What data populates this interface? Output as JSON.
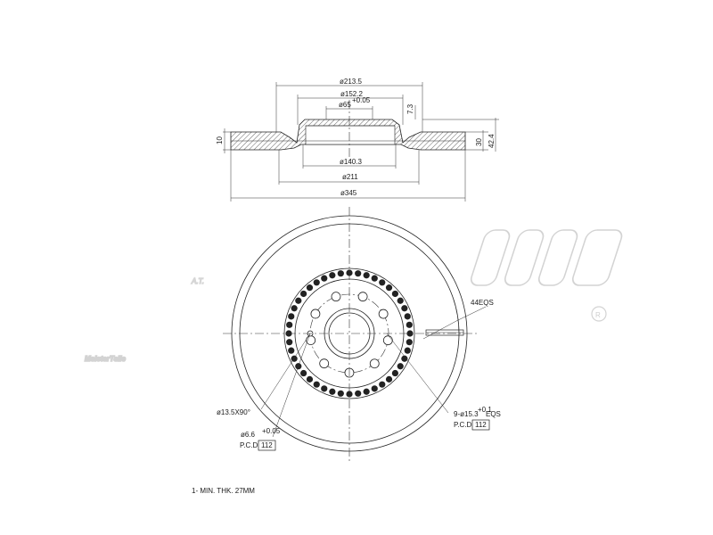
{
  "dimensions": {
    "d_213_5": "ø213.5",
    "d_152_2": "ø152.2",
    "d_65": "ø65",
    "d_65_tol": "+0.05",
    "d_7_3": "7.3",
    "d_10": "10",
    "d_30": "30",
    "d_42_4": "42.4",
    "d_140_3": "ø140.3",
    "d_211": "ø211",
    "d_345": "ø345"
  },
  "callouts": {
    "eqs_44": "44EQS",
    "chamfer": "ø13.5X90°",
    "pin_hole": "ø6.6",
    "pin_hole_tol": "+0.05",
    "pcd_label_left": "P.C.D",
    "pcd_value_left": "112",
    "bolt_holes": "9-ø15.3",
    "bolt_holes_tol": "+0.1",
    "bolt_holes_suffix": "EQS",
    "pcd_label_right": "P.C.D",
    "pcd_value_right": "112"
  },
  "note": "1- MIN. THK. 27MM",
  "watermark": {
    "initials": "A.T.",
    "brand": "MeisterTeile",
    "registered": "R"
  }
}
